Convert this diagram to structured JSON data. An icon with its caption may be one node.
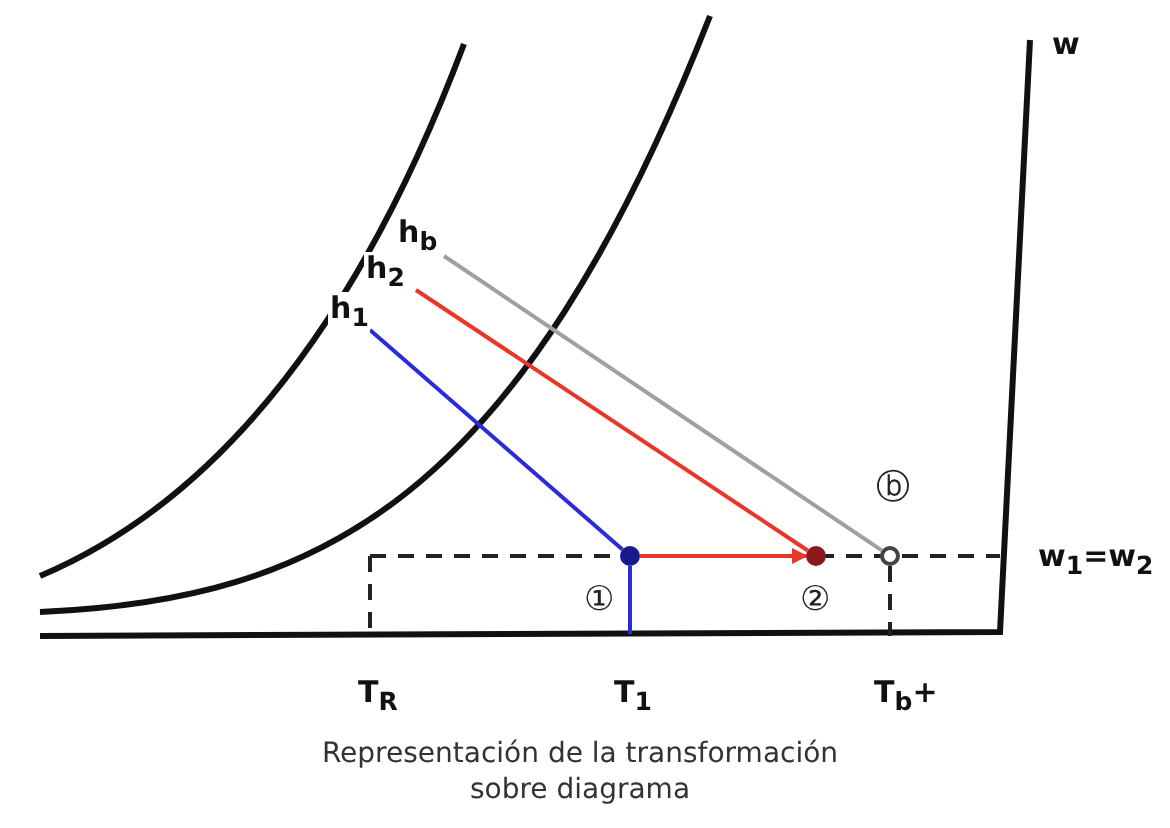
{
  "diagram": {
    "caption": "Representación de la transformación sobre diagrama",
    "nodes": [
      {
        "text": [
          "h$_{b}$"
        ]
      },
      {
        "text": [
          "h$_{2}$"
        ]
      },
      {
        "text": [
          "h$_{1}$"
        ]
      },
      {
        "text": [],
        "shape": "circle",
        "beside": [
          "ⓑ"
        ]
      },
      {
        "text": [],
        "shape": "circle",
        "beside": [
          "①"
        ]
      },
      {
        "text": [],
        "shape": "circle",
        "beside": [
          "②"
        ]
      }
    ],
    "edges": [
      {
        "from": 2,
        "to": 4,
        "arrow": "none",
        "color": "#2b2bd9"
      },
      {
        "from": 1,
        "to": 5,
        "arrow": "none",
        "color": "#e8362a"
      },
      {
        "from": 0,
        "to": 3,
        "arrow": "none",
        "color": "#a0a0a0"
      },
      {
        "from": 4,
        "to": 5,
        "arrow": "to",
        "color": "#e8362a"
      },
      {
        "from": 4,
        "to": null,
        "arrow": "none",
        "color": "#2b2bd9"
      }
    ],
    "labels": [
      "w",
      "w$_{1}$=w$_{2}$",
      "T$_{R}$",
      "T$_{1}$",
      "T$_{b}$+"
    ]
  }
}
